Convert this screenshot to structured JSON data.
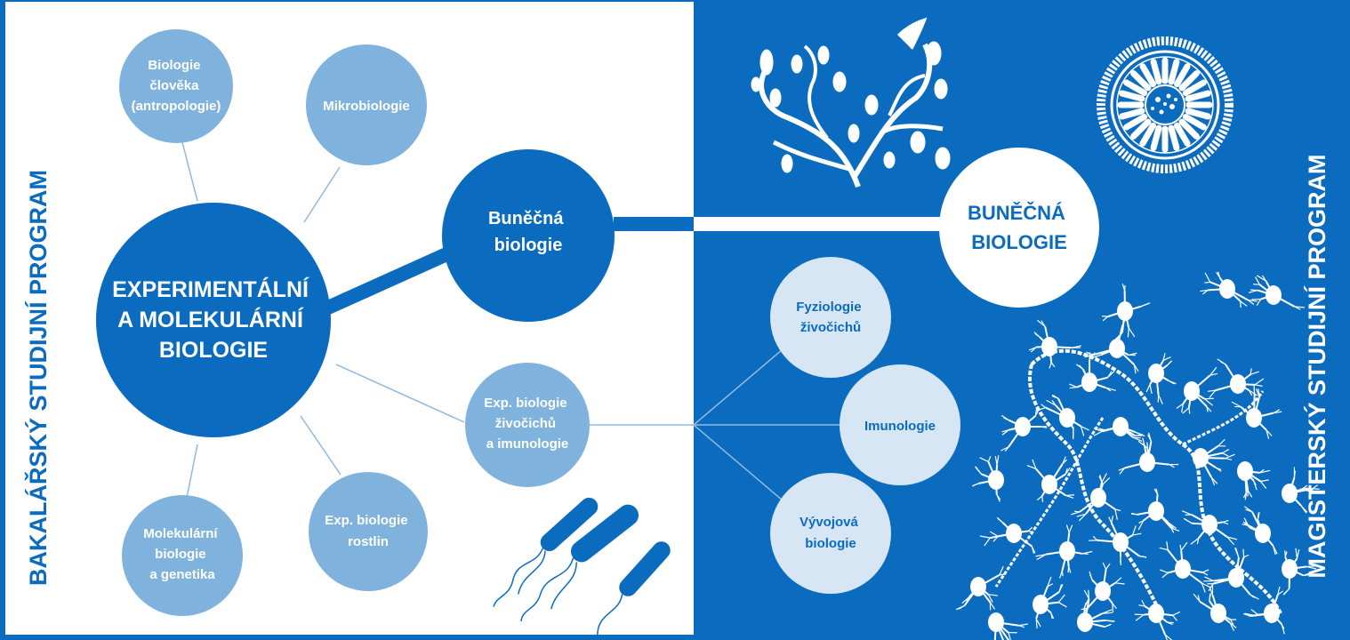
{
  "colors": {
    "brand_blue": "#0a6bbf",
    "node_light": "#7fb3de",
    "node_pale": "#d6e6f5",
    "white": "#ffffff"
  },
  "left_panel": {
    "vertical_label": "BAKALÁŘSKÝ STUDIJNÍ PROGRAM"
  },
  "right_panel": {
    "vertical_label": "MAGISTERSKÝ STUDIJNÍ PROGRAM"
  },
  "nodes": {
    "main_bachelor": [
      "EXPERIMENTÁLNÍ",
      "A MOLEKULÁRNÍ",
      "BIOLOGIE"
    ],
    "biologie_cloveka": [
      "Biologie",
      "člověka",
      "(antropologie)"
    ],
    "mikrobiologie": [
      "Mikrobiologie"
    ],
    "bunecna_bachelor": [
      "Buněčná",
      "biologie"
    ],
    "exp_biologie_zivocichu": [
      "Exp. biologie",
      "živočichů",
      "a imunologie"
    ],
    "exp_biologie_rostlin": [
      "Exp. biologie",
      "rostlin"
    ],
    "molekularni_biologie": [
      "Molekulární",
      "biologie",
      "a genetika"
    ],
    "bunecna_master": [
      "BUNĚČNÁ",
      "BIOLOGIE"
    ],
    "fyziologie_zivocichu": [
      "Fyziologie",
      "živočichů"
    ],
    "imunologie": [
      "Imunologie"
    ],
    "vyvojova_biologie": [
      "Vývojová",
      "biologie"
    ]
  },
  "illustrations": [
    "bacteria-icon",
    "algae-icon",
    "plant-cross-section-icon",
    "neurons-icon"
  ]
}
